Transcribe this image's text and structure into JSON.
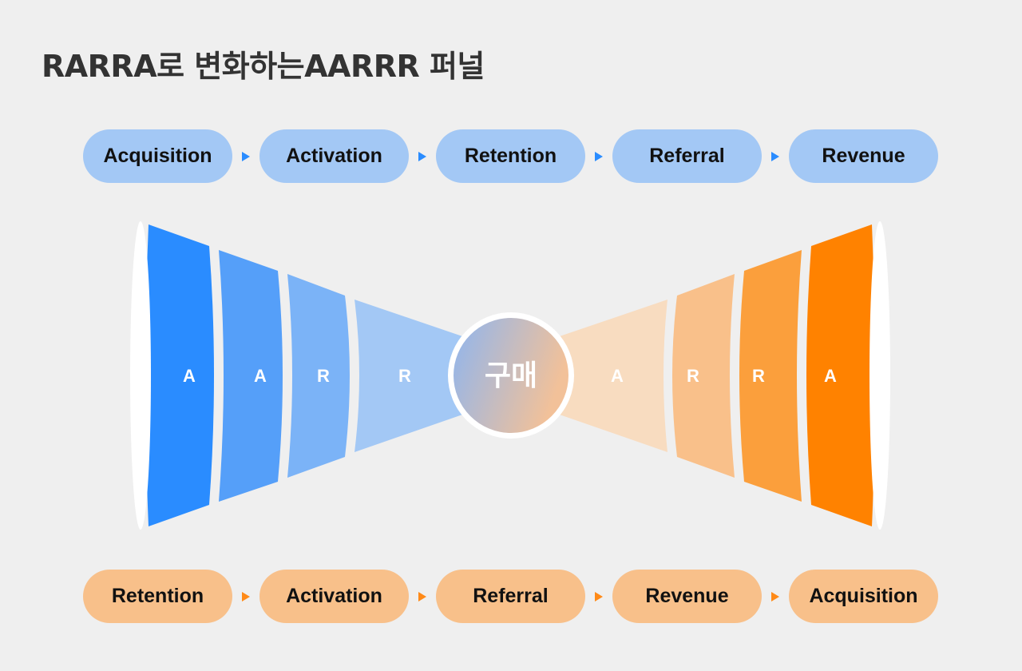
{
  "title": "RARRA로 변화하는AARRR 퍼널",
  "top_flow": {
    "steps": [
      "Acquisition",
      "Activation",
      "Retention",
      "Referral",
      "Revenue"
    ],
    "color": "#a3c8f5",
    "arrow_color": "#2a8cff"
  },
  "bottom_flow": {
    "steps": [
      "Retention",
      "Activation",
      "Referral",
      "Revenue",
      "Acquisition"
    ],
    "color": "#f8c08a",
    "arrow_color": "#ff8a18"
  },
  "funnel": {
    "left_segments": [
      "A",
      "A",
      "R",
      "R"
    ],
    "left_colors": [
      "#2a8cff",
      "#559ff9",
      "#7bb3f7",
      "#a3c8f5"
    ],
    "right_segments": [
      "A",
      "R",
      "R",
      "A"
    ],
    "right_colors": [
      "#f8dcc0",
      "#f9c08a",
      "#fb9f3c",
      "#ff8200"
    ],
    "center_label": "구매"
  }
}
